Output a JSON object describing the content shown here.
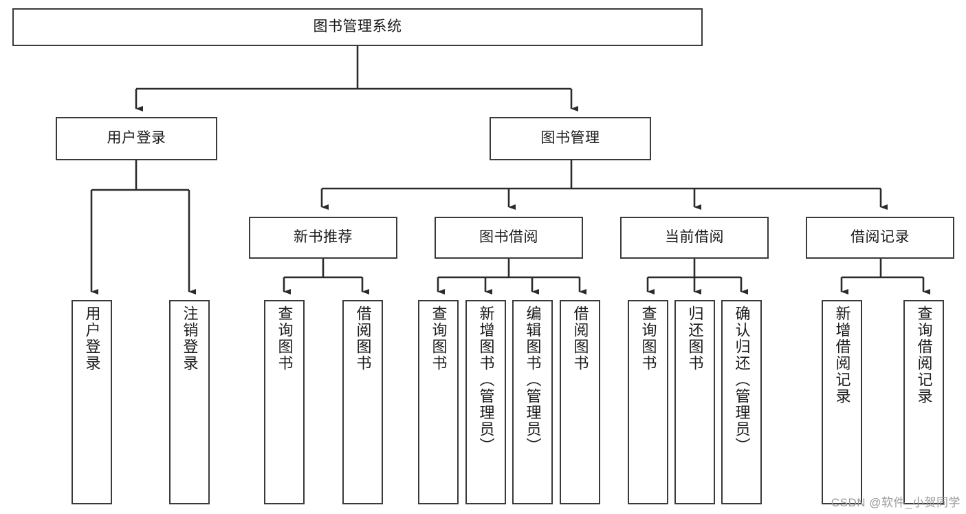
{
  "diagram": {
    "type": "tree-hierarchy-chart",
    "title": "图书管理系统",
    "watermark": "CSDN @软件_小贺同学",
    "colors": {
      "box_border": "#3a3a3a",
      "box_fill": "#ffffff",
      "connector": "#2b2b2b",
      "text": "#1a1a1a",
      "watermark": "#9a9a9a"
    },
    "levels": {
      "root": {
        "label": "图书管理系统",
        "orientation": "horizontal"
      },
      "level2": [
        {
          "label": "用户登录",
          "orientation": "horizontal"
        },
        {
          "label": "图书管理",
          "orientation": "horizontal"
        }
      ],
      "level3": [
        {
          "label": "新书推荐",
          "orientation": "horizontal",
          "parent": "图书管理"
        },
        {
          "label": "图书借阅",
          "orientation": "horizontal",
          "parent": "图书管理"
        },
        {
          "label": "当前借阅",
          "orientation": "horizontal",
          "parent": "图书管理"
        },
        {
          "label": "借阅记录",
          "orientation": "horizontal",
          "parent": "图书管理"
        }
      ],
      "leaves": [
        {
          "label": "用户登录",
          "orientation": "vertical",
          "parent": "用户登录"
        },
        {
          "label": "注销登录",
          "orientation": "vertical",
          "parent": "用户登录"
        },
        {
          "label": "查询图书",
          "orientation": "vertical",
          "parent": "新书推荐"
        },
        {
          "label": "借阅图书",
          "orientation": "vertical",
          "parent": "新书推荐"
        },
        {
          "label": "查询图书",
          "orientation": "vertical",
          "parent": "图书借阅"
        },
        {
          "label": "新增图书（管理员）",
          "orientation": "vertical",
          "parent": "图书借阅"
        },
        {
          "label": "编辑图书（管理员）",
          "orientation": "vertical",
          "parent": "图书借阅"
        },
        {
          "label": "借阅图书",
          "orientation": "vertical",
          "parent": "图书借阅"
        },
        {
          "label": "查询图书",
          "orientation": "vertical",
          "parent": "当前借阅"
        },
        {
          "label": "归还图书",
          "orientation": "vertical",
          "parent": "当前借阅"
        },
        {
          "label": "确认归还（管理员）",
          "orientation": "vertical",
          "parent": "当前借阅"
        },
        {
          "label": "新增借阅记录",
          "orientation": "vertical",
          "parent": "借阅记录"
        },
        {
          "label": "查询借阅记录",
          "orientation": "vertical",
          "parent": "借阅记录"
        }
      ]
    }
  }
}
